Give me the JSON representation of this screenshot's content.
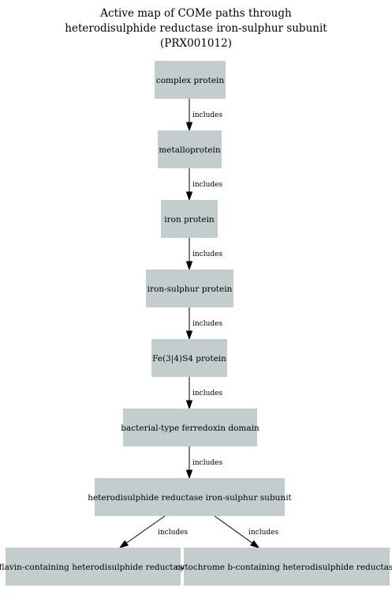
{
  "title": {
    "lines": [
      "Active map of COMe paths through",
      "heterodisulphide reductase iron-sulphur subunit",
      "(PRX001012)"
    ]
  },
  "colors": {
    "node_fill": "#c3cdcd",
    "edge": "#000000",
    "text": "#000000"
  },
  "nodes": [
    {
      "id": "n1",
      "label": "complex protein"
    },
    {
      "id": "n2",
      "label": "metalloprotein"
    },
    {
      "id": "n3",
      "label": "iron protein"
    },
    {
      "id": "n4",
      "label": "iron-sulphur protein"
    },
    {
      "id": "n5",
      "label": "Fe(3|4)S4 protein"
    },
    {
      "id": "n6",
      "label": "bacterial-type ferredoxin domain"
    },
    {
      "id": "n7",
      "label": "heterodisulphide reductase iron-sulphur subunit"
    },
    {
      "id": "n8",
      "label": "flavin-containing heterodisulphide reductase"
    },
    {
      "id": "n9",
      "label": "cytochrome b-containing heterodisulphide reductase"
    }
  ],
  "edges": [
    {
      "from": "n1",
      "to": "n2",
      "label": "includes"
    },
    {
      "from": "n2",
      "to": "n3",
      "label": "includes"
    },
    {
      "from": "n3",
      "to": "n4",
      "label": "includes"
    },
    {
      "from": "n4",
      "to": "n5",
      "label": "includes"
    },
    {
      "from": "n5",
      "to": "n6",
      "label": "includes"
    },
    {
      "from": "n6",
      "to": "n7",
      "label": "includes"
    },
    {
      "from": "n7",
      "to": "n8",
      "label": "includes"
    },
    {
      "from": "n7",
      "to": "n9",
      "label": "includes"
    }
  ]
}
